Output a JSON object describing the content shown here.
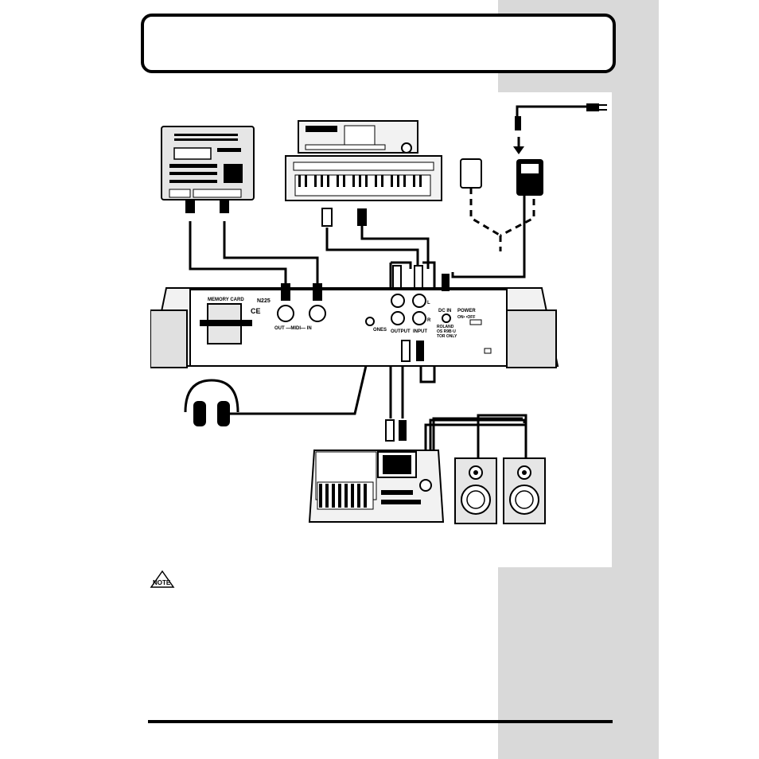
{
  "labels": {
    "memory_card": "MEMORY CARD",
    "model_code": "N225",
    "ce_mark": "CE",
    "midi_out_in": "OUT —MIDI— IN",
    "phones": "ONES",
    "output": "OUTPUT",
    "input": "INPUT",
    "channel_l": "L",
    "channel_r": "R",
    "dc_in": "DC IN",
    "power": "POWER",
    "power_switch": "ON• •OFF",
    "adaptor_line1": "ROLAND",
    "adaptor_line2": "OS R9B·U",
    "adaptor_line3": "TOR ONLY",
    "note_badge": "NOTE"
  },
  "colors": {
    "side_strip": "#d9d9d9",
    "line": "#000000",
    "device_fill": "#e6e6e6"
  }
}
